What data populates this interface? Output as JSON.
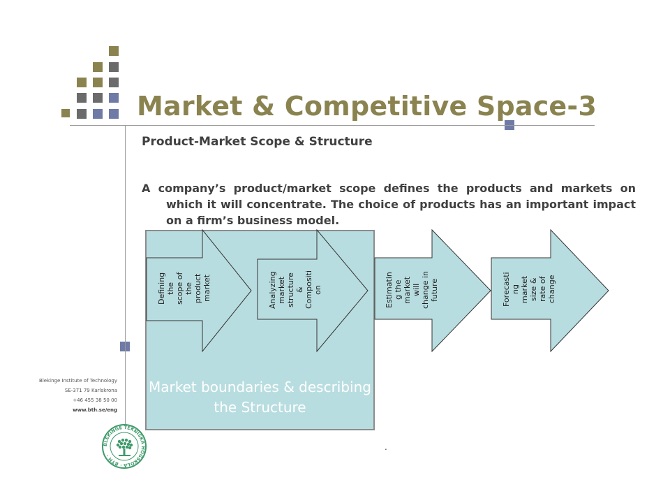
{
  "title": "Market & Competitive Space-3",
  "subtitle": "Product-Market Scope & Structure",
  "paragraph": "A company’s product/market scope defines the products and markets on which it will concentrate.  The choice of products has an important impact on a firm’s business model.",
  "box_label": "Market boundaries & describing the Structure",
  "arrows": [
    {
      "label": "Defining\nthe\nscope of\nthe\nproduct\nmarket"
    },
    {
      "label": "Analyzing\nmarket\nstructure\n&\nCompositi\non"
    },
    {
      "label": "Estimatin\ng the\nmarket\nwill\nchange in\nfuture"
    },
    {
      "label": "Forecasti\nng\nmarket\nsize &\nrate of\nchange"
    }
  ],
  "institution": {
    "name": "Blekinge Institute of Technology",
    "address": "SE-371 79 Karlskrona",
    "phone": "+46 455 38 50 00",
    "url": "www.bth.se/eng"
  },
  "logo_text": "BLEKINGE TEKNISKA HÖGSKOLA · BTH ·",
  "dot": ".",
  "colors": {
    "olive": "#8a8350",
    "grey": "#6b6b6b",
    "blue": "#6f7aa6",
    "teal": "#b8dde0",
    "logo_green": "#3f9a6a"
  }
}
